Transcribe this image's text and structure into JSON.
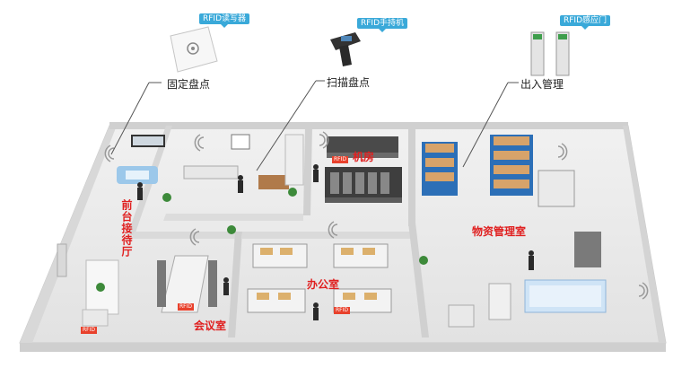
{
  "devices": {
    "reader": {
      "tag": "RFID读写器",
      "caption": "固定盘点"
    },
    "handheld": {
      "tag": "RFID手持机",
      "caption": "扫描盘点"
    },
    "gate": {
      "tag": "RFID感应门",
      "caption": "出入管理"
    }
  },
  "rooms": {
    "reception": "前台接待厅",
    "machine_room": "机房",
    "meeting_room": "会议室",
    "office": "办公室",
    "warehouse": "物资管理室"
  },
  "stickers": {
    "reception": "RFID",
    "meeting": "RFID",
    "office": "RFID",
    "machine": "RFID"
  },
  "colors": {
    "tag_bg": "#3aa9d9",
    "room_label": "#e02020",
    "sticker": "#e8412c"
  }
}
